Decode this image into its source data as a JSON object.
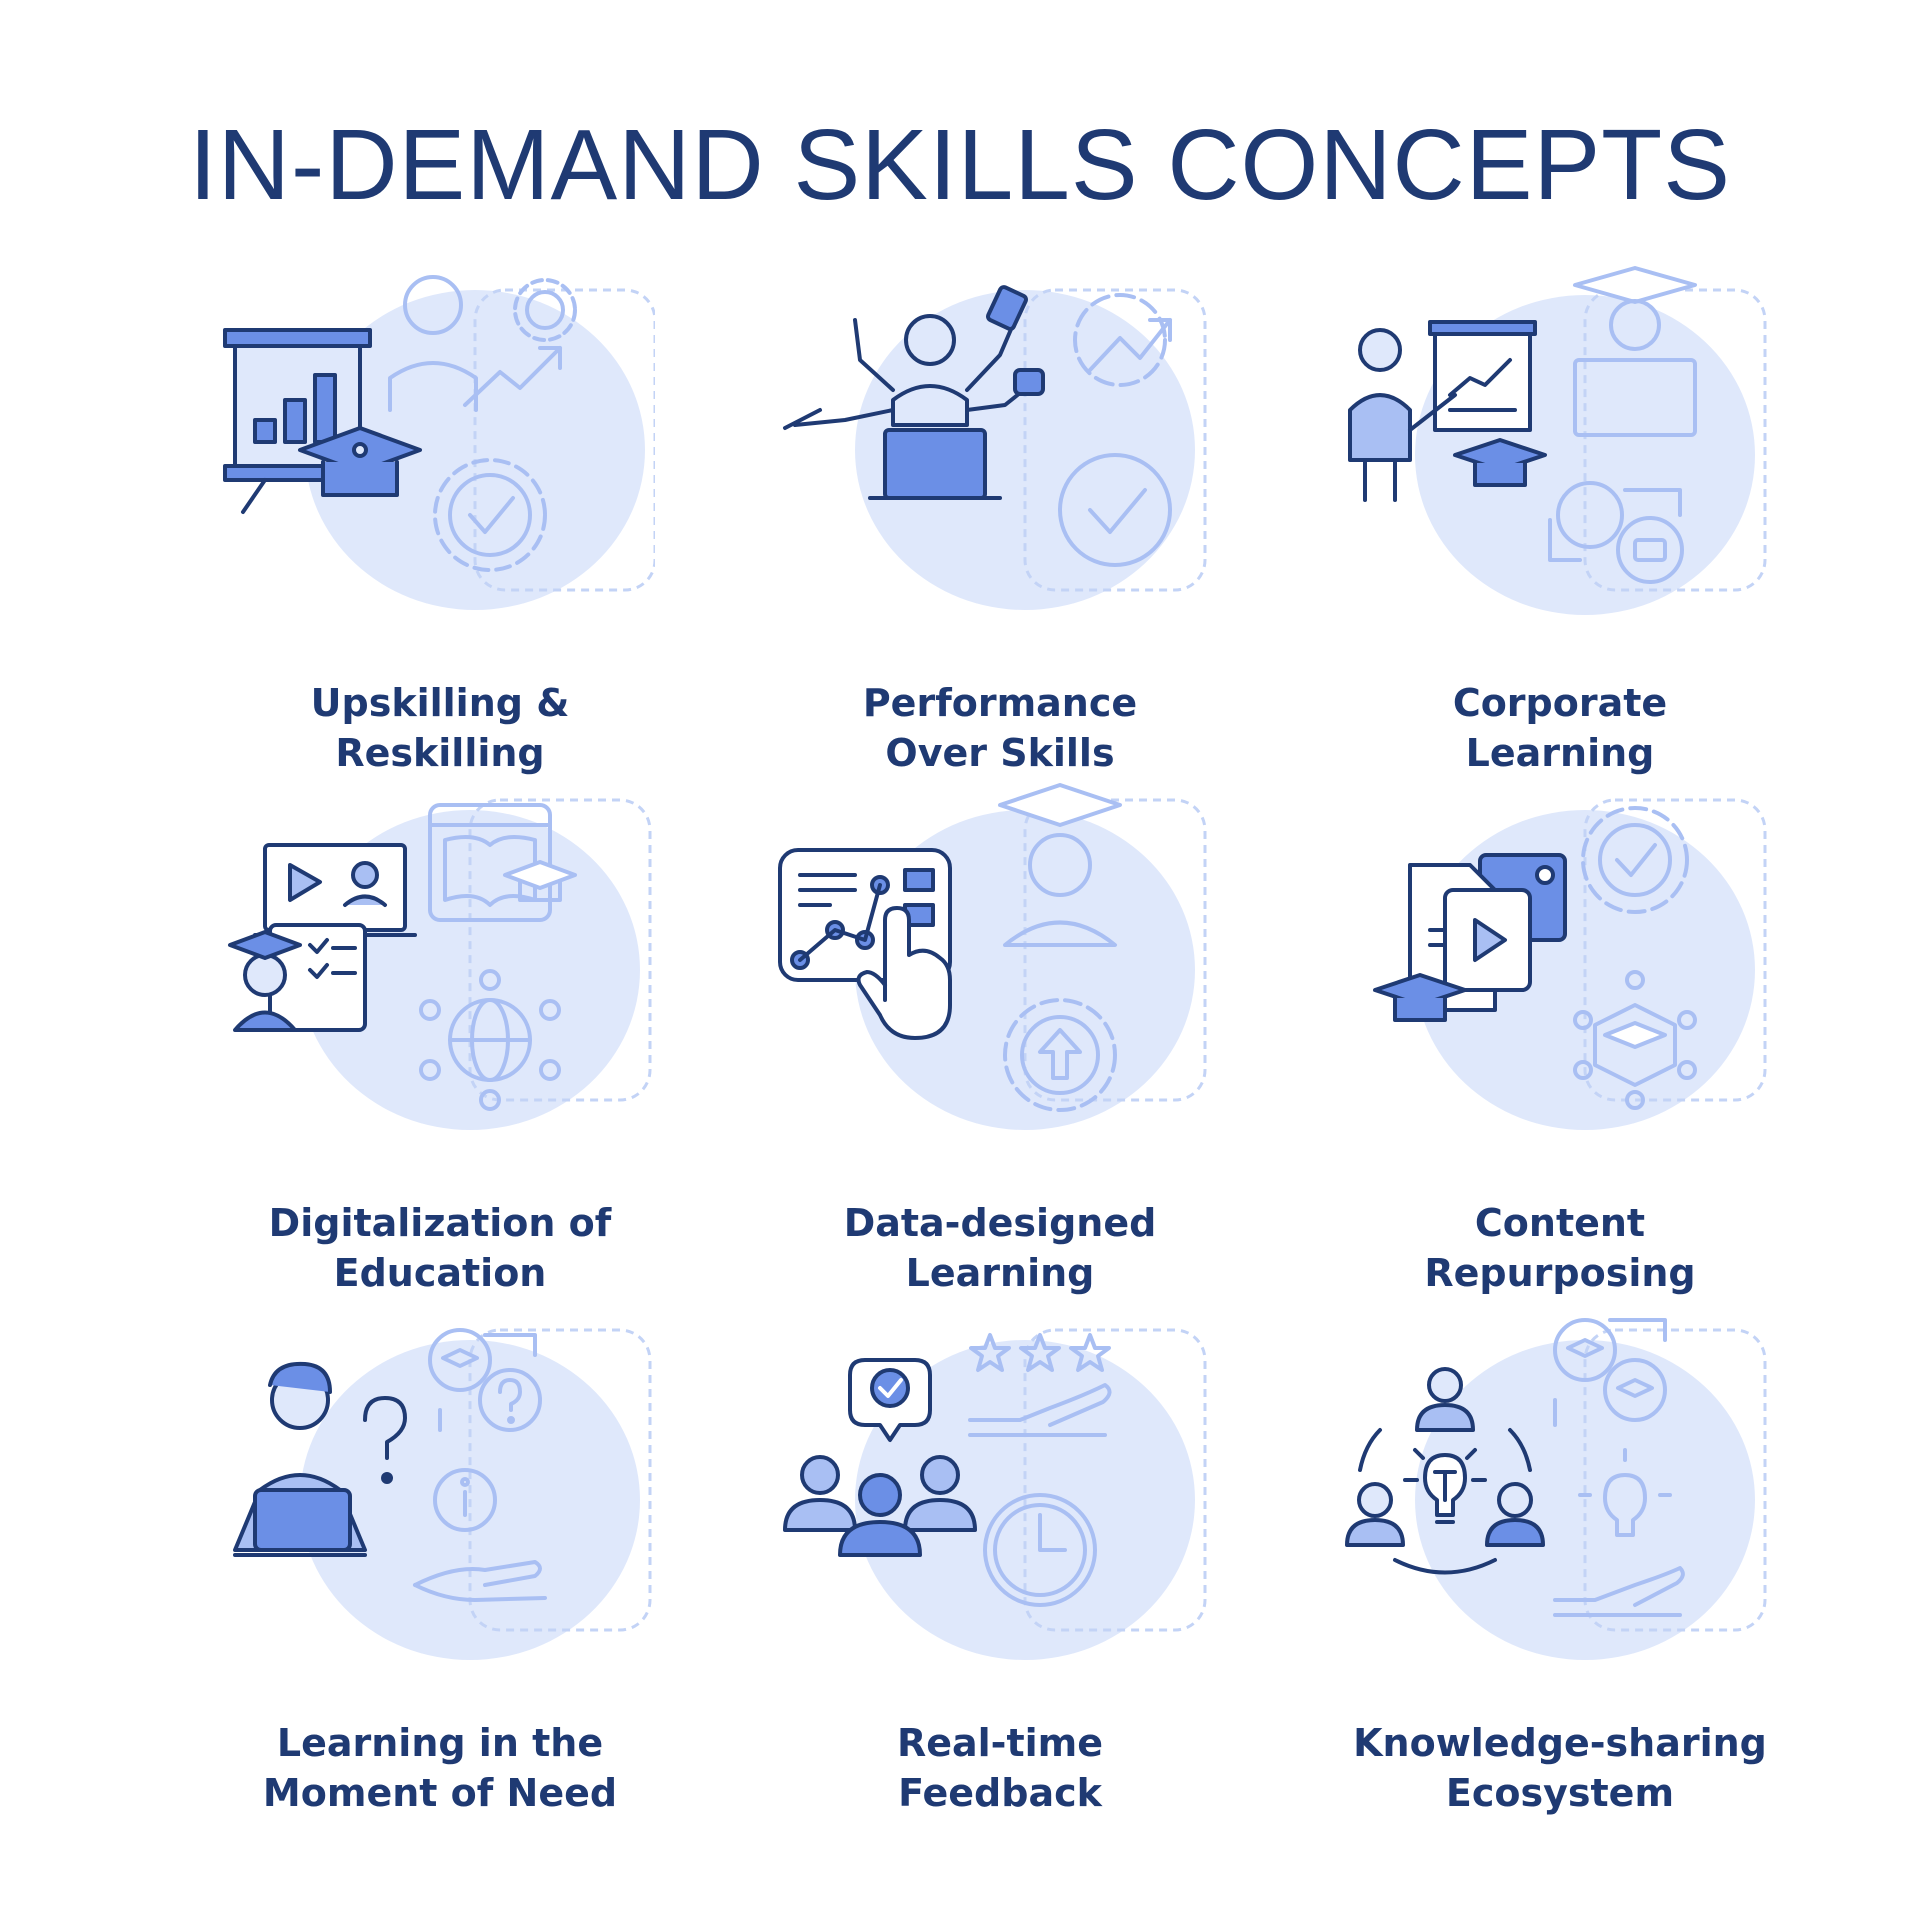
{
  "title": "IN-DEMAND SKILLS CONCEPTS",
  "colors": {
    "navy": "#1f3a73",
    "accent_blue": "#6b8fe6",
    "light_blue": "#a9bff3",
    "pale_blue": "#dfe8fb"
  },
  "cards": [
    {
      "icon": "training-presentation-icon",
      "line1": "Upskilling &",
      "line2": "Reskilling"
    },
    {
      "icon": "multitasking-worker-icon",
      "line1": "Performance",
      "line2": "Over Skills"
    },
    {
      "icon": "corporate-presentation-icon",
      "line1": "Corporate",
      "line2": "Learning"
    },
    {
      "icon": "online-lesson-icon",
      "line1": "Digitalization of",
      "line2": "Education"
    },
    {
      "icon": "data-dashboard-icon",
      "line1": "Data-designed",
      "line2": "Learning"
    },
    {
      "icon": "media-files-icon",
      "line1": "Content",
      "line2": "Repurposing"
    },
    {
      "icon": "student-laptop-question-icon",
      "line1": "Learning in the",
      "line2": "Moment of Need"
    },
    {
      "icon": "team-feedback-icon",
      "line1": "Real-time",
      "line2": "Feedback"
    },
    {
      "icon": "people-idea-network-icon",
      "line1": "Knowledge-sharing",
      "line2": "Ecosystem"
    }
  ]
}
